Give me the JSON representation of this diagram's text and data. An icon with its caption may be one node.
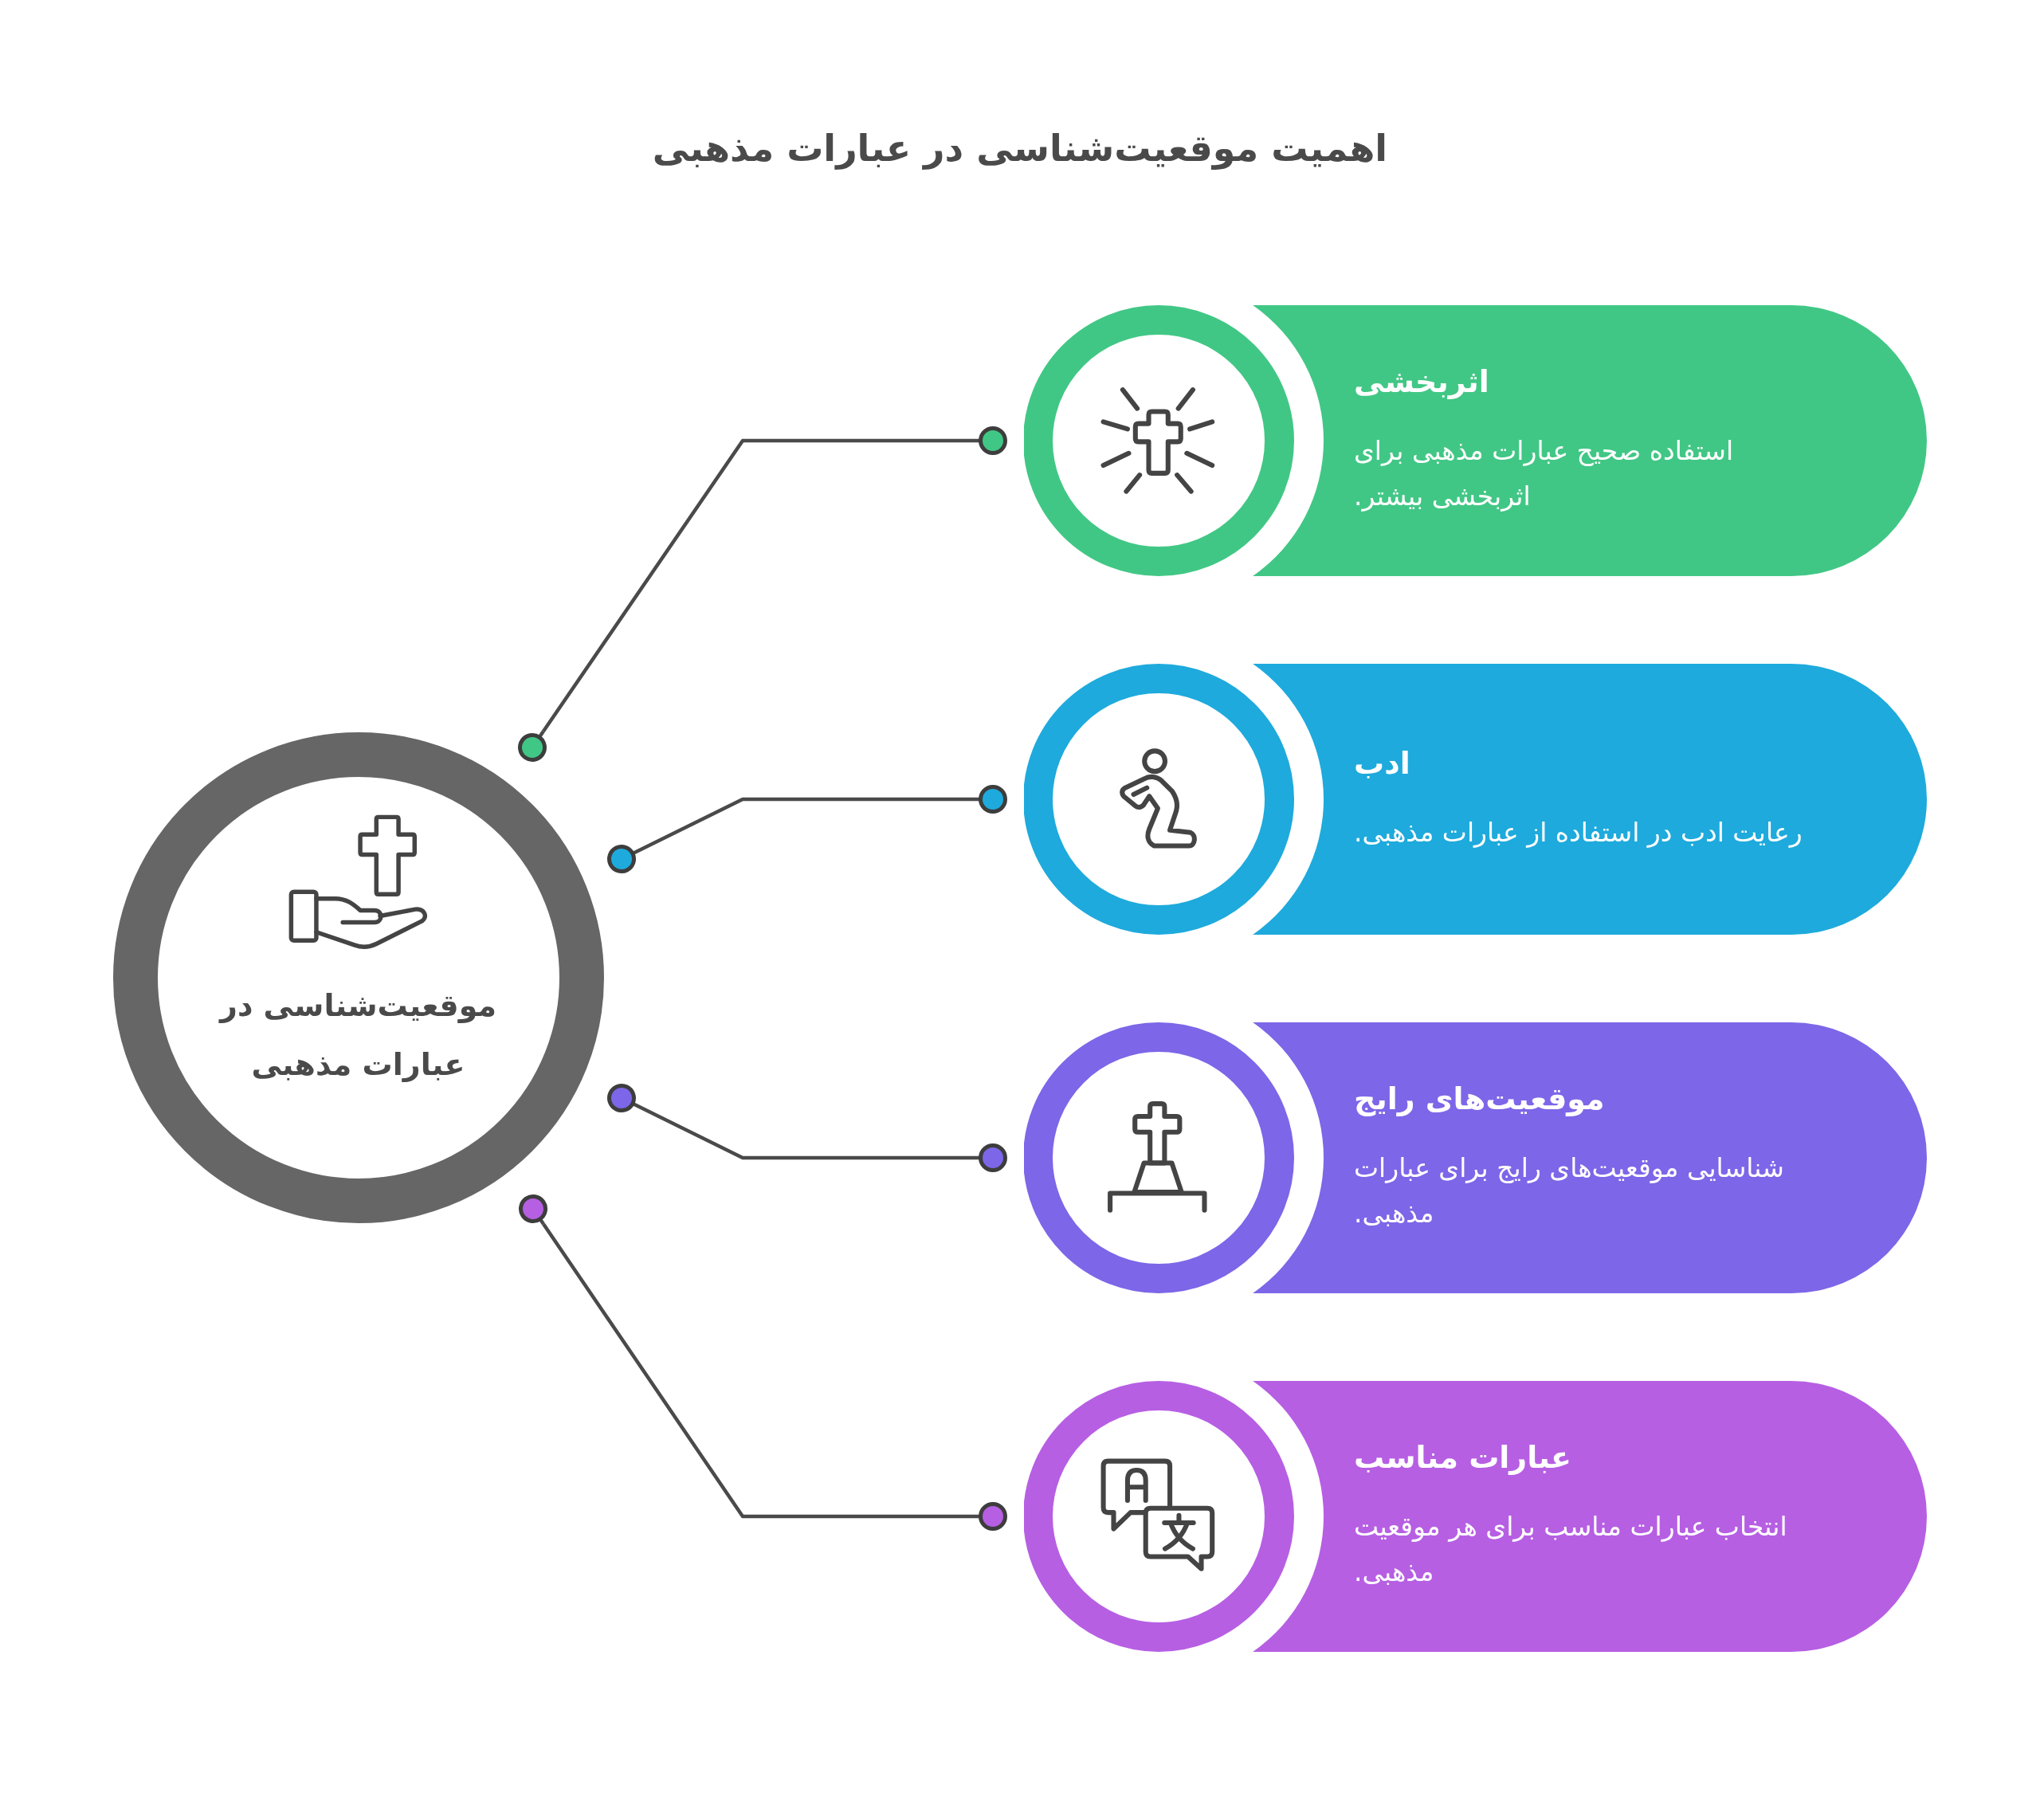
{
  "diagram": {
    "title": "اهمیت موقعیت‌شناسی در عبارات مذهبی",
    "nodes": [
      {
        "text": [
          "موقعیت‌شناسی در عبارات مذهبی"
        ]
      },
      {
        "text": [
          "اثربخشی",
          "استفاده صحیح عبارات مذهبی برای اثربخشی بیشتر."
        ]
      },
      {
        "text": [
          "ادب",
          "رعایت ادب در استفاده از عبارات مذهبی."
        ]
      },
      {
        "text": [
          "موقعیت‌های رایج",
          "شناسایی موقعیت‌های رایج برای عبارات مذهبی."
        ]
      },
      {
        "text": [
          "عبارات مناسب",
          "انتخاب عبارات مناسب برای هر موقعیت مذهبی."
        ]
      }
    ],
    "edges": [
      {
        "from": 0,
        "to": 1,
        "arrow": "other"
      },
      {
        "from": 0,
        "to": 2,
        "arrow": "other"
      },
      {
        "from": 0,
        "to": 3,
        "arrow": "other"
      },
      {
        "from": 0,
        "to": 4,
        "arrow": "other"
      }
    ]
  }
}
